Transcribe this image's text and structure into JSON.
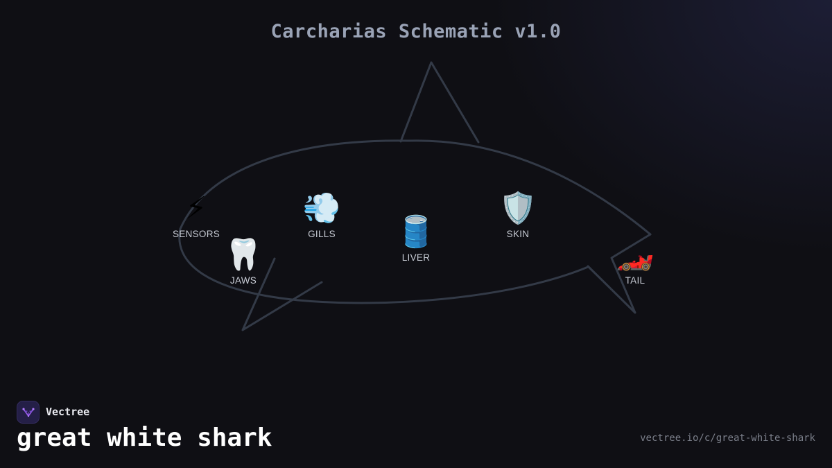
{
  "diagram": {
    "title": "Carcharias Schematic v1.0",
    "outline_color": "#333a47",
    "organs": [
      {
        "id": "sensors",
        "label": "SENSORS",
        "icon": "lightning-icon",
        "glyph": "⚡"
      },
      {
        "id": "jaws",
        "label": "JAWS",
        "icon": "tooth-icon",
        "glyph": "🦷"
      },
      {
        "id": "gills",
        "label": "GILLS",
        "icon": "dash-wind-icon",
        "glyph": "💨"
      },
      {
        "id": "liver",
        "label": "LIVER",
        "icon": "oil-drum-icon",
        "glyph": "🛢️"
      },
      {
        "id": "skin",
        "label": "SKIN",
        "icon": "shield-icon",
        "glyph": "🛡️"
      },
      {
        "id": "tail",
        "label": "TAIL",
        "icon": "race-car-icon",
        "glyph": "🏎️"
      }
    ]
  },
  "footer": {
    "brand_name": "Vectree",
    "brand_color": "#241f47",
    "logo_icon": "vectree-logo-icon",
    "subject": "great white shark",
    "url": "vectree.io/c/great-white-shark"
  }
}
